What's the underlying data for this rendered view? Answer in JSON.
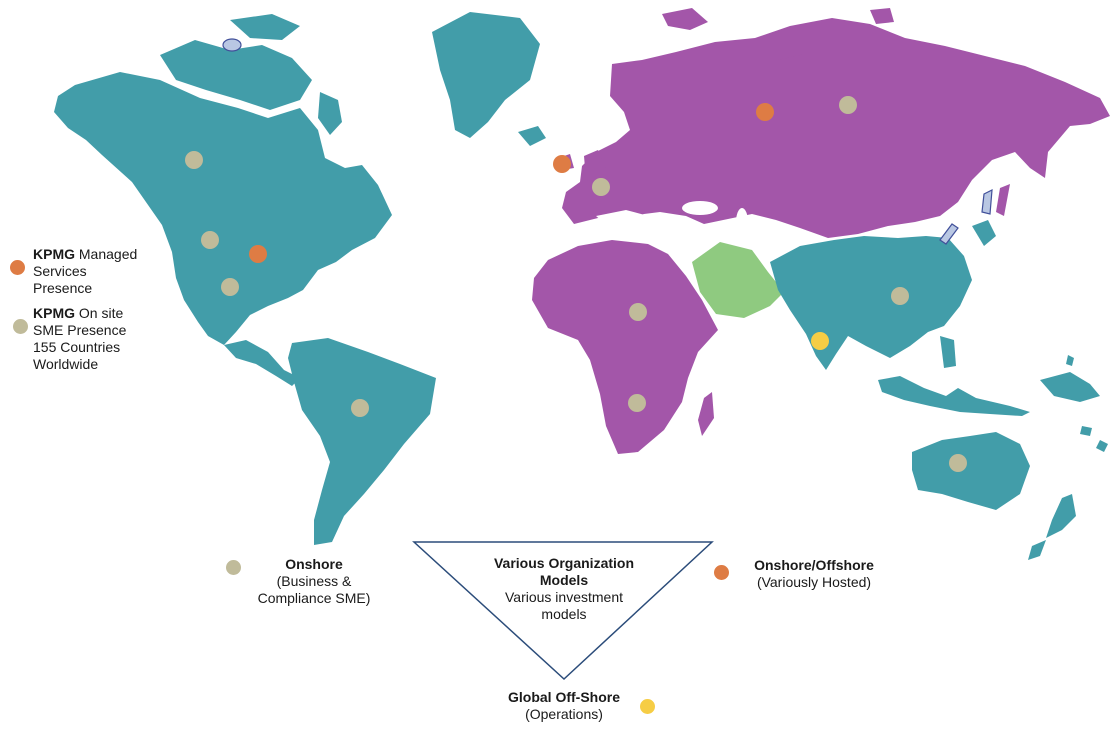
{
  "colors": {
    "americas_asia_oceania": "#429da9",
    "europe_africa": "#a356a9",
    "middle_east": "#8fca80",
    "managed_services_dot": "#de7c44",
    "onsite_sme_dot": "#c0bb9a",
    "offshore_dot": "#f6cd45"
  },
  "legend": {
    "managed": {
      "bold": "KPMG",
      "rest": " Managed",
      "line2": "Services",
      "line3": "Presence"
    },
    "onsite": {
      "bold": "KPMG",
      "rest": " On site",
      "line2": "SME Presence",
      "line3": "155 Countries",
      "line4": "Worldwide"
    }
  },
  "onshore": {
    "title": "Onshore",
    "line1": "(Business &",
    "line2": "Compliance SME)"
  },
  "onshore_offshore": {
    "title": "Onshore/Offshore",
    "subtitle": "(Variously Hosted)"
  },
  "triangle": {
    "title1": "Various Organization",
    "title2": "Models",
    "line1": "Various investment",
    "line2": "models"
  },
  "global_offshore": {
    "title": "Global Off-Shore",
    "subtitle": "(Operations)"
  },
  "markers": [
    {
      "region": "Canada",
      "type": "onsite"
    },
    {
      "region": "USA West",
      "type": "onsite"
    },
    {
      "region": "USA Central",
      "type": "managed"
    },
    {
      "region": "Mexico",
      "type": "onsite"
    },
    {
      "region": "Brazil",
      "type": "onsite"
    },
    {
      "region": "Ireland",
      "type": "managed"
    },
    {
      "region": "France",
      "type": "onsite"
    },
    {
      "region": "Russia West",
      "type": "managed"
    },
    {
      "region": "Russia East",
      "type": "onsite"
    },
    {
      "region": "North Africa",
      "type": "onsite"
    },
    {
      "region": "Southern Africa",
      "type": "onsite"
    },
    {
      "region": "India",
      "type": "offshore"
    },
    {
      "region": "China",
      "type": "onsite"
    },
    {
      "region": "Australia",
      "type": "onsite"
    }
  ]
}
